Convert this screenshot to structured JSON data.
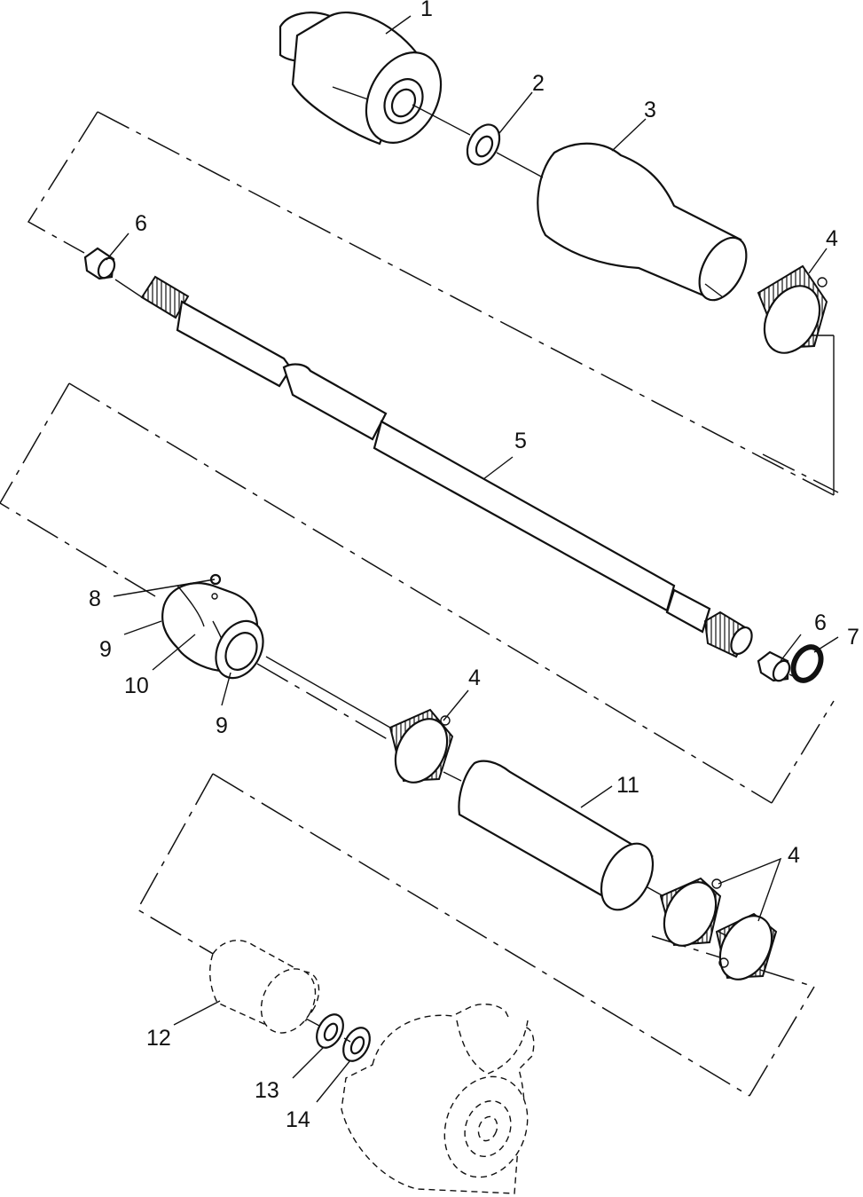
{
  "diagram": {
    "callouts": {
      "c1": "1",
      "c2": "2",
      "c3": "3",
      "c4a": "4",
      "c4b": "4",
      "c4c": "4",
      "c5": "5",
      "c6a": "6",
      "c6b": "6",
      "c7": "7",
      "c8": "8",
      "c9a": "9",
      "c9b": "9",
      "c10": "10",
      "c11": "11",
      "c12": "12",
      "c13": "13",
      "c14": "14"
    }
  }
}
